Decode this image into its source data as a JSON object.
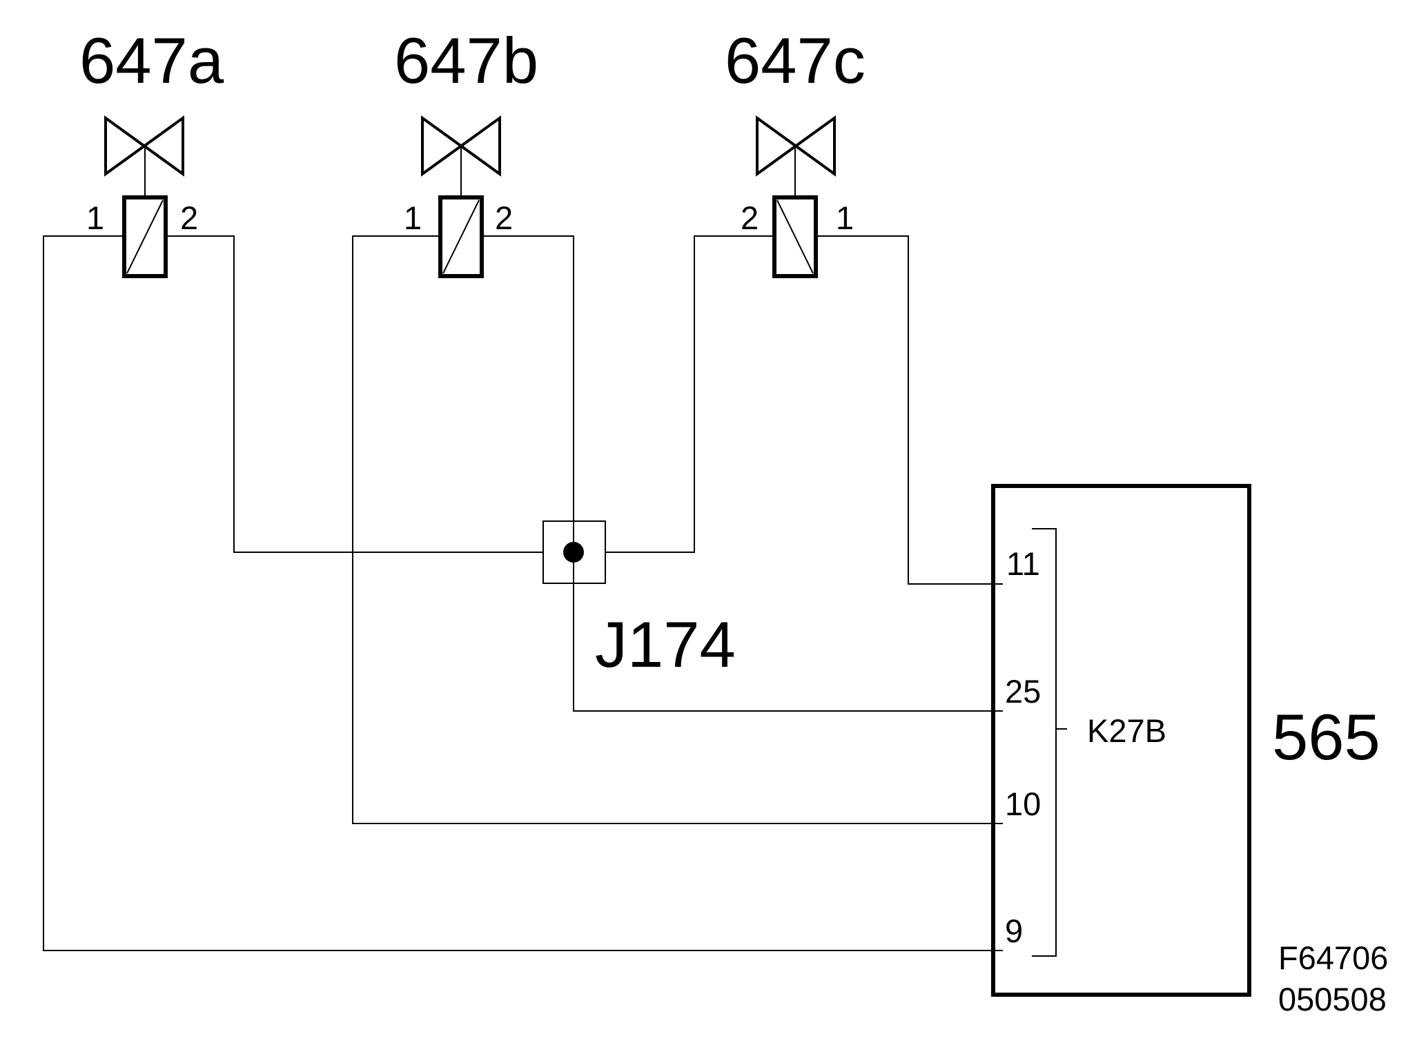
{
  "components": {
    "valve_a": {
      "label": "647a",
      "pin_left": "1",
      "pin_right": "2"
    },
    "valve_b": {
      "label": "647b",
      "pin_left": "1",
      "pin_right": "2"
    },
    "valve_c": {
      "label": "647c",
      "pin_left": "2",
      "pin_right": "1"
    }
  },
  "junction": {
    "label": "J174"
  },
  "control_unit": {
    "label": "565",
    "connector": "K27B",
    "pins": {
      "p11": "11",
      "p25": "25",
      "p10": "10",
      "p9": "9"
    }
  },
  "figure_ref": {
    "line1": "F64706",
    "line2": "050508"
  }
}
